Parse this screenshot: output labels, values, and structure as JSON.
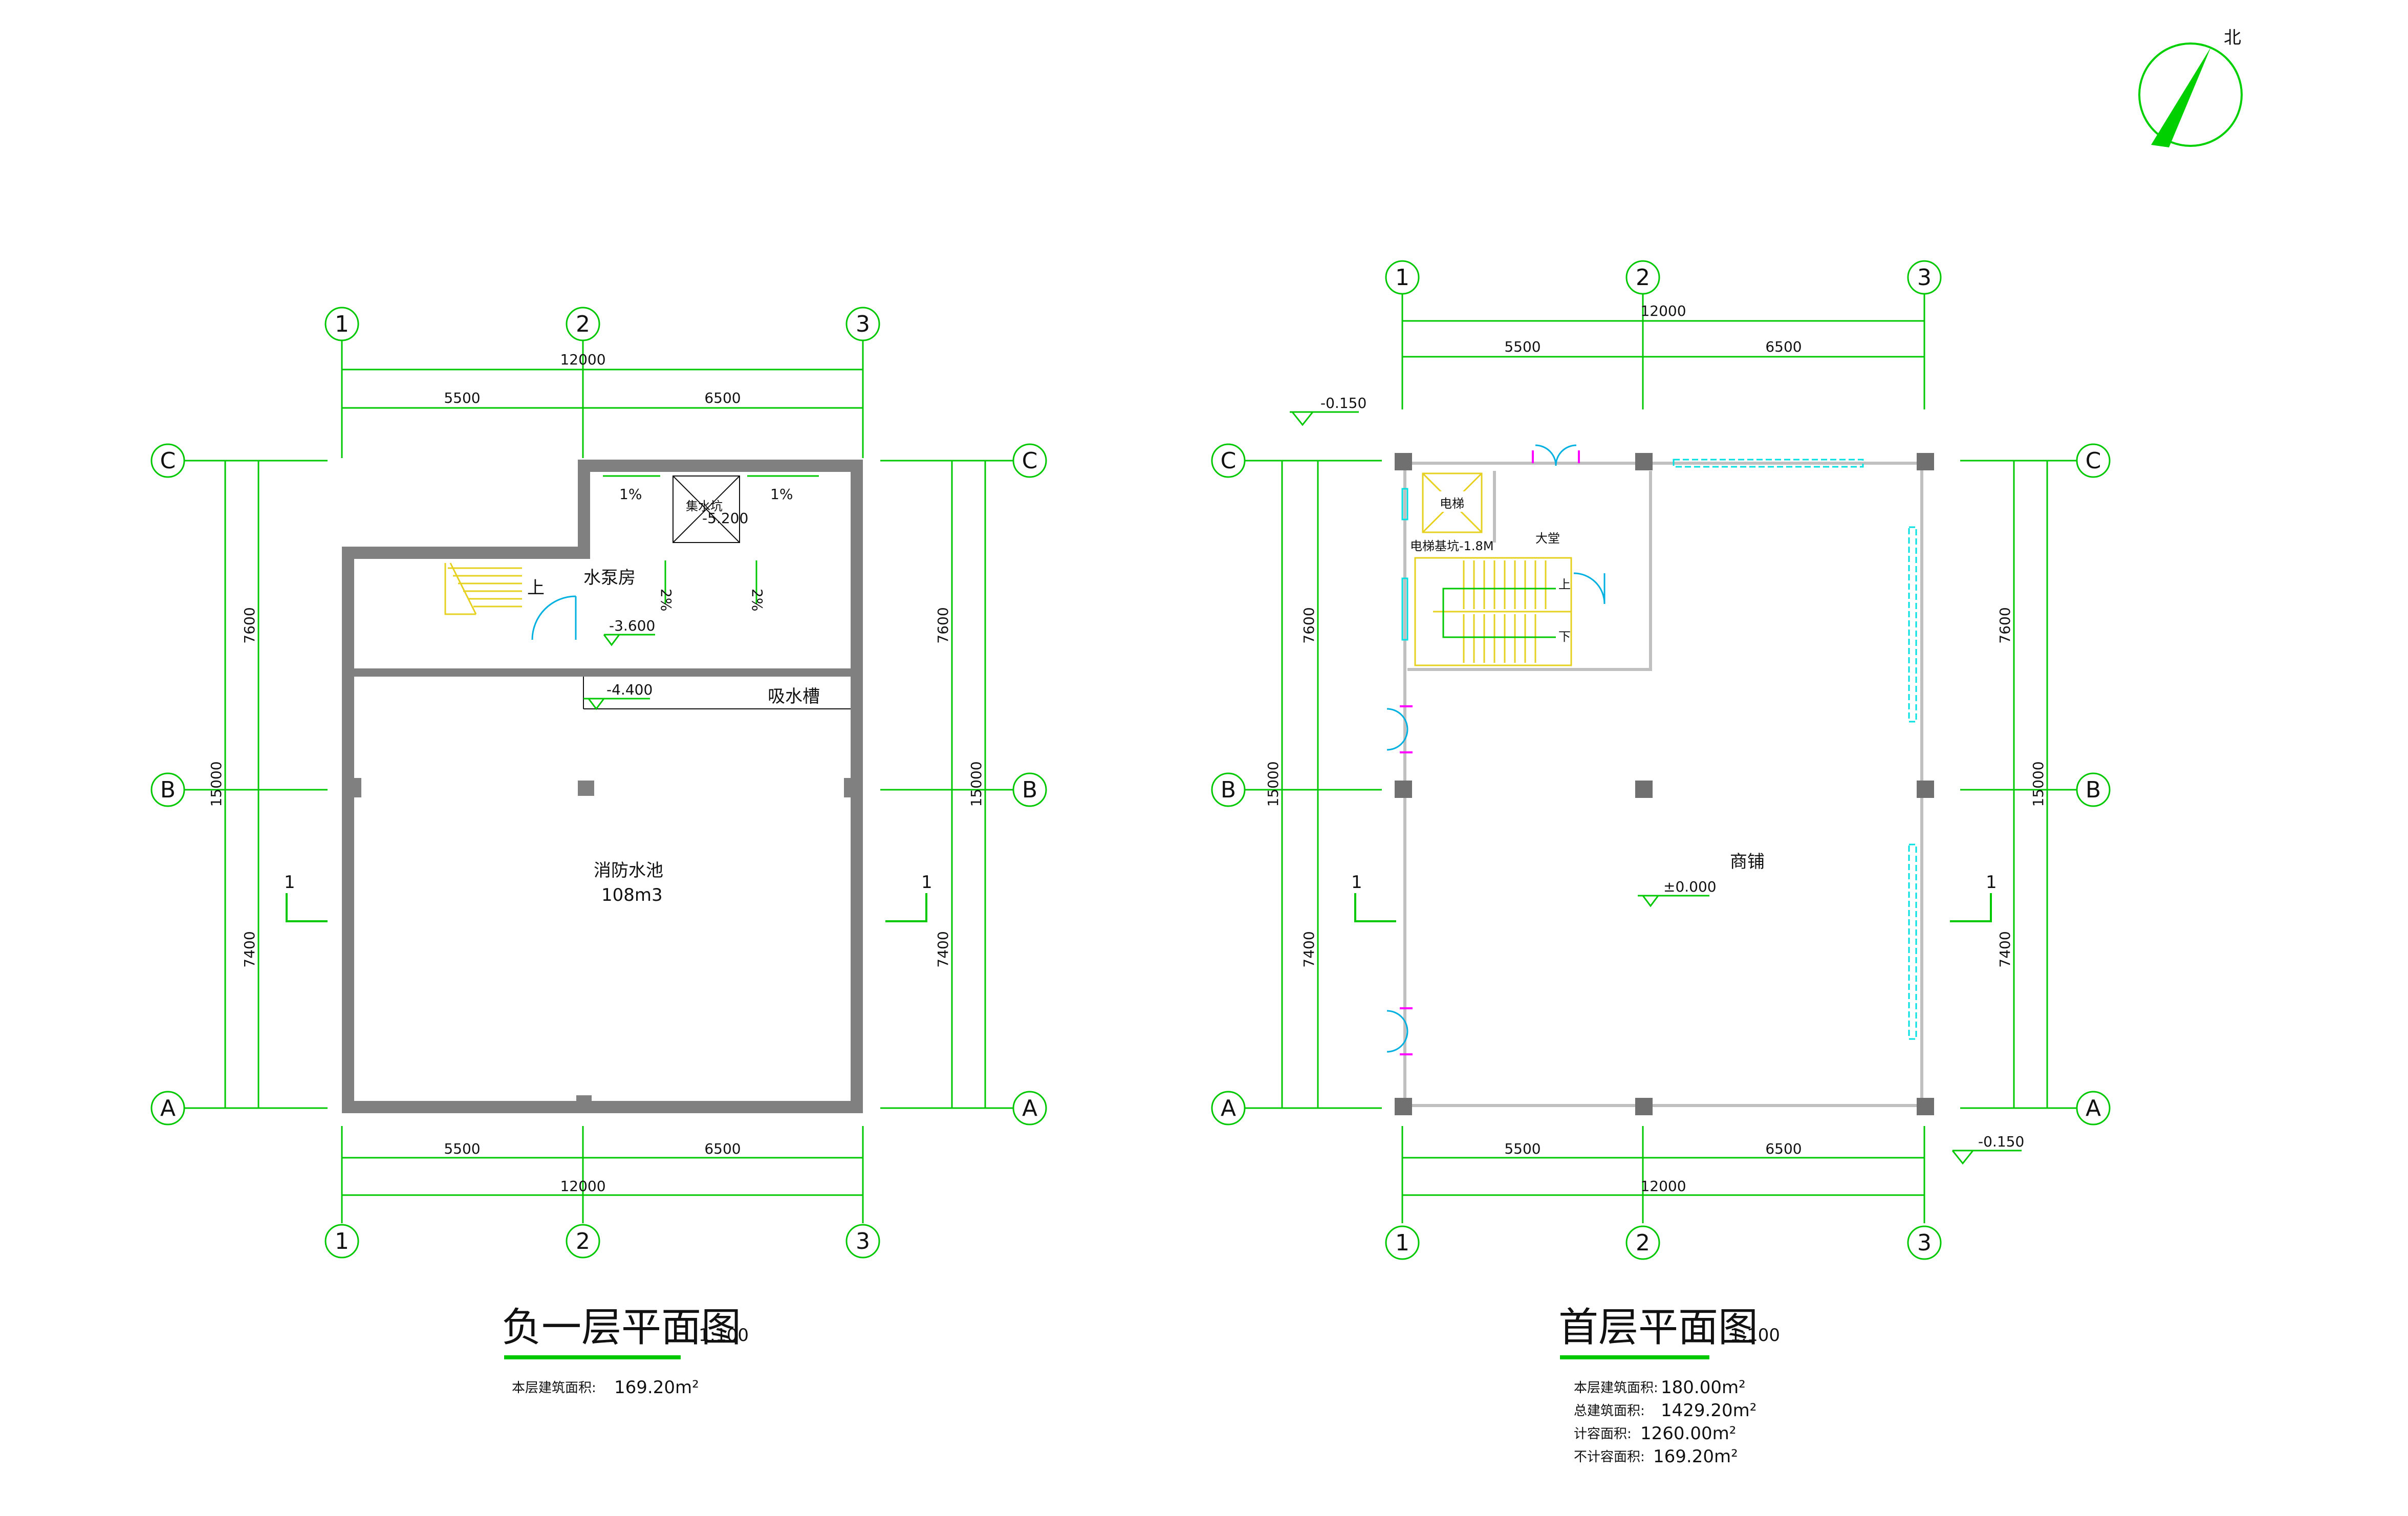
{
  "colors": {
    "dim_line": "#00c800",
    "wall": "#808080",
    "stair": "#e6d020",
    "window": "#00e0e0",
    "door": "#00b0e0",
    "door_mark": "#ff00ff",
    "north": "#00d000",
    "text": "#111111"
  },
  "north_arrow": {
    "label": "北"
  },
  "plans": {
    "basement": {
      "axes_x": [
        "1",
        "2",
        "3"
      ],
      "axes_y": [
        "C",
        "B",
        "A"
      ],
      "dims": {
        "total_x": "12000",
        "span_12": "5500",
        "span_23": "6500",
        "total_y": "15000",
        "span_cb": "7600",
        "span_ba": "7400"
      },
      "section_mark": "1",
      "labels": {
        "pump_room": "水泵房",
        "up": "上",
        "level_pump": "-3.600",
        "level_pit": "-5.200",
        "pit_label": "集水坑",
        "slope_1": "1%",
        "slope_2": "1%",
        "slope_3": "2%",
        "slope_4": "2%",
        "level_trough": "-4.400",
        "suction_trough": "吸水槽",
        "fire_pool": "消防水池",
        "pool_volume": "108m3"
      },
      "title": "负一层平面图",
      "scale": "1:100",
      "areas": [
        {
          "label": "本层建筑面积:",
          "value": "169.20m²"
        }
      ]
    },
    "ground": {
      "axes_x": [
        "1",
        "2",
        "3"
      ],
      "axes_y": [
        "C",
        "B",
        "A"
      ],
      "dims": {
        "total_x": "12000",
        "span_12": "5500",
        "span_23": "6500",
        "total_y": "15000",
        "span_cb": "7600",
        "span_ba": "7400"
      },
      "section_mark": "1",
      "labels": {
        "level_top": "-0.150",
        "level_bottom": "-0.150",
        "elevator": "电梯",
        "elevator_pit": "电梯基坑-1.8M",
        "lobby": "大堂",
        "up": "上",
        "down": "下",
        "shop": "商铺",
        "level_floor": "±0.000"
      },
      "title": "首层平面图",
      "scale": "1:100",
      "areas": [
        {
          "label": "本层建筑面积:",
          "value": "180.00m²"
        },
        {
          "label": "总建筑面积:",
          "value": "1429.20m²"
        },
        {
          "label": "计容面积:",
          "value": "1260.00m²"
        },
        {
          "label": "不计容面积:",
          "value": "169.20m²"
        }
      ]
    }
  }
}
